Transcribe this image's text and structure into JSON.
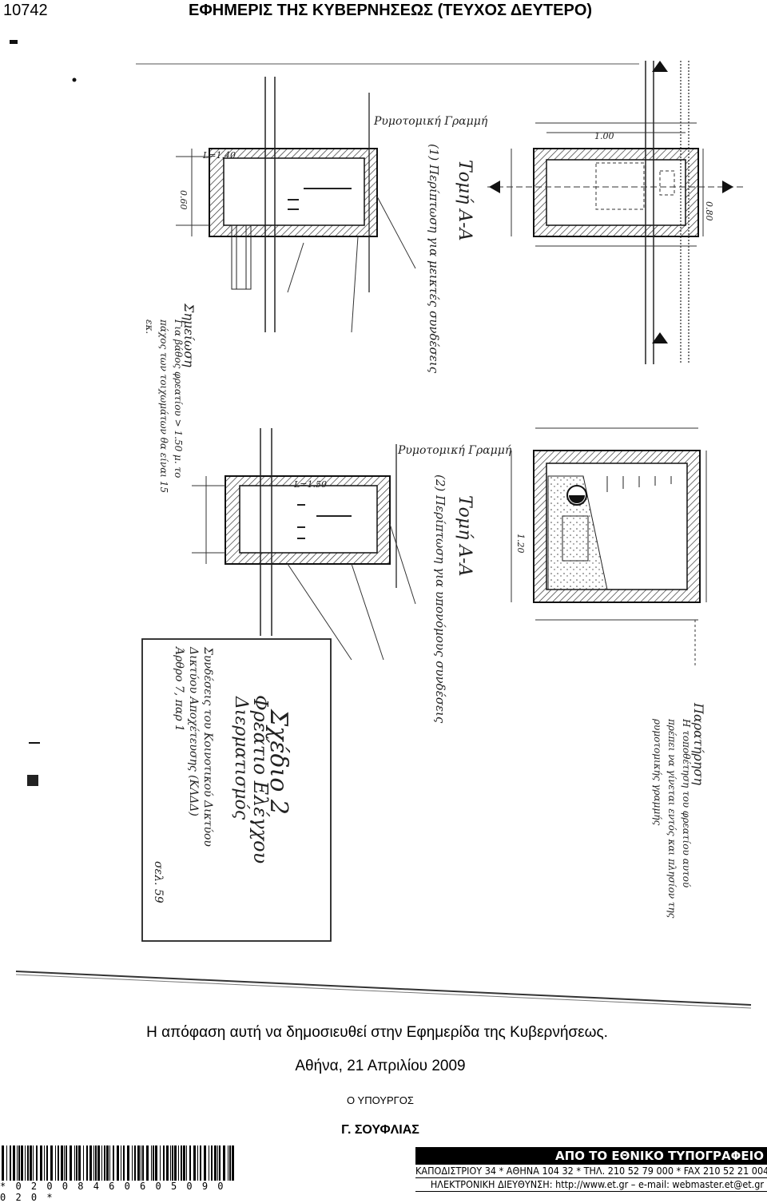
{
  "header": {
    "page_number": "10742",
    "gazette_title": "ΕΦΗΜΕΡΙΣ ΤΗΣ ΚΥΒΕΡΝΗΣΕΩΣ (ΤΕΥΧΟΣ ΔΕΥΤΕΡΟ)"
  },
  "drawing": {
    "section_label_1": "Τομή Α-Α",
    "section_label_2": "Τομή Α-Α",
    "case_1": "(1) Περίπτωση για μεικτές συνδέσεις",
    "case_2": "(2) Περίπτωση για υπονόμους συνδέσεις",
    "street_line_1": "Ρυμοτομική Γραμμή",
    "street_line_2": "Ρυμοτομική Γραμμή",
    "title_box_line_1": "Σχέδιο 2",
    "title_box_line_2": "Φρεάτιο Ελέγχου",
    "title_box_line_3": "Διερματισμός",
    "title_box_line_4": "Συνδέσεις του Κοινοτικού Δικτύου",
    "title_box_line_5": "Δικτύου Αποχέτευσης (ΚΛΔΔ)",
    "title_box_line_6": "Άρθρο 7, παρ 1",
    "remark_title": "Παρατήρηση",
    "remark_text": "Η τοποθέτηση του φρεατίου αυτού πρέπει να γίνεται εντός και πλησίον της ρυμοτομικής γραμμής",
    "note_title": "Σημείωση",
    "note_text": "Για βάθος φρεατίου > 1.50 μ. το πάχος των τοιχωμάτων θα είναι 15 εκ.",
    "dim_L140": "L=1.40",
    "dim_L150": "L=1.50",
    "dim_120": "1.20",
    "dim_100": "1.00",
    "dim_080": "0.80",
    "dim_060": "0.60",
    "sheet_number": "σελ. 59"
  },
  "closing": {
    "decision_text": "Η απόφαση αυτή να δημοσιευθεί στην Εφημερίδα της Κυβερνήσεως.",
    "place_date": "Αθήνα, 21 Απριλίου 2009",
    "role": "Ο ΥΠΟΥΡΓΟΣ",
    "signatory": "Γ. ΣΟΥΦΛΙΑΣ"
  },
  "footer": {
    "barcode_digits": "* 0 2 0 0 8 4 6 0 6 0 5 0 9 0 0 2 0 *",
    "printer_title": "ΑΠΟ ΤΟ ΕΘΝΙΚΟ ΤΥΠΟΓΡΑΦΕΙΟ",
    "printer_address": "ΚΑΠΟΔΙΣΤΡΙΟΥ 34 * ΑΘΗΝΑ 104 32 * ΤΗΛ. 210 52 79 000 * FAX 210 52 21 004",
    "printer_contact": "ΗΛΕΚΤΡΟΝΙΚΗ ΔΙΕΥΘΥΝΣΗ: http://www.et.gr – e-mail: webmaster.et@et.gr"
  }
}
